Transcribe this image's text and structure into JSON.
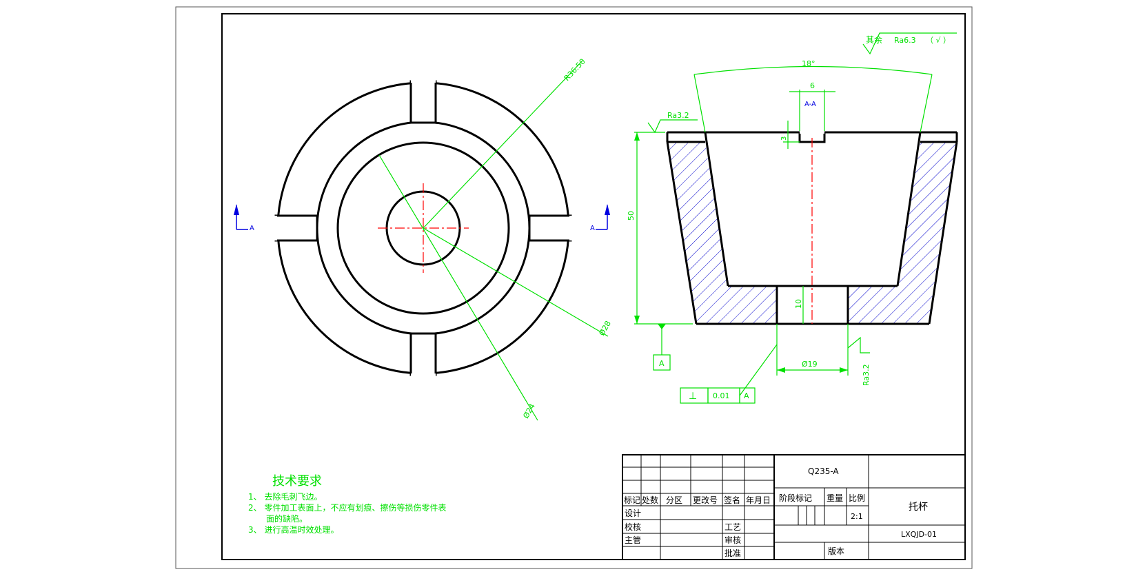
{
  "sheet": {
    "part_name": "托杯",
    "drawing_number": "LXQJD-01",
    "material": "Q235-A",
    "scale": "2:1",
    "version_label": "版本"
  },
  "title_block": {
    "header_row": [
      "标记",
      "处数",
      "分区",
      "更改号",
      "签名",
      "年月日"
    ],
    "stage_mark": "阶段标记",
    "weight": "重量",
    "scale_label": "比例",
    "design": "设计",
    "check": "校核",
    "process": "工艺",
    "supervisor": "主管",
    "review": "审核",
    "approve": "批准"
  },
  "tech_requirements": {
    "title": "技术要求",
    "items": [
      "1、 去除毛刺飞边。",
      "2、 零件加工表面上，不应有划痕、擦伤等损伤零件表",
      "面的缺陷。",
      "3、 进行高温时效处理。"
    ]
  },
  "annotations": {
    "r_outer": "R36.50",
    "d_inner": "Ø24",
    "d_mid": "Ø28",
    "section_left": "A",
    "section_right": "A",
    "section_view": "A-A",
    "angle": "18°",
    "slot_width": "6",
    "slot_depth": "3",
    "height": "50",
    "bottom_thickness": "10",
    "bore_diameter": "Ø19",
    "roughness_top": "Ra3.2",
    "roughness_bottom": "Ra3.2",
    "roughness_rest_prefix": "其余",
    "roughness_rest": "Ra6.3",
    "roughness_rest_suffix": "（ √ ）",
    "datum": "A",
    "tol_symbol": "⊥",
    "tol_value": "0.01",
    "tol_datum": "A"
  },
  "colors": {
    "outline": "#000000",
    "dimension": "#00e000",
    "centerline": "#ff0000",
    "hatch": "#0000cc"
  }
}
